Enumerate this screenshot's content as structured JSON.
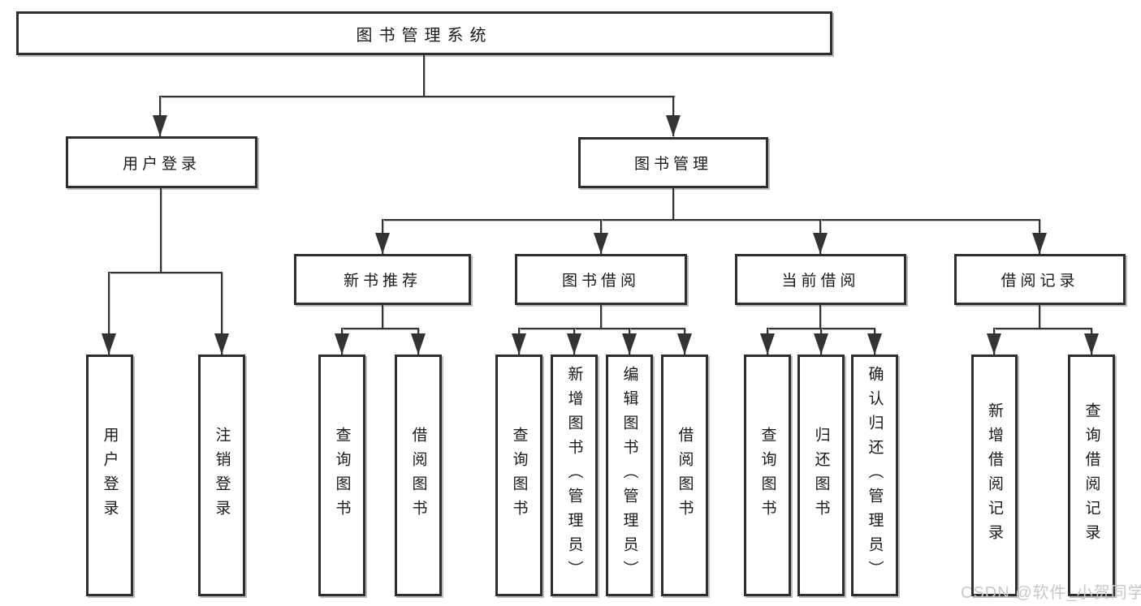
{
  "colors": {
    "line": "#333333",
    "box_border": "#2e2e2e",
    "text": "#1a1a1a",
    "watermark": "#c8c8c8",
    "background": "#ffffff"
  },
  "watermark": "CSDN @软件_小贺同学",
  "chart_type": "hierarchy-diagram",
  "tree": {
    "label": "图书管理系统",
    "children": [
      {
        "label": "用户登录",
        "children": [
          {
            "label": "用户登录"
          },
          {
            "label": "注销登录"
          }
        ]
      },
      {
        "label": "图书管理",
        "children": [
          {
            "label": "新书推荐",
            "children": [
              {
                "label": "查询图书"
              },
              {
                "label": "借阅图书"
              }
            ]
          },
          {
            "label": "图书借阅",
            "children": [
              {
                "label": "查询图书"
              },
              {
                "label": "新增图书（管理员）"
              },
              {
                "label": "编辑图书（管理员）"
              },
              {
                "label": "借阅图书"
              }
            ]
          },
          {
            "label": "当前借阅",
            "children": [
              {
                "label": "查询图书"
              },
              {
                "label": "归还图书"
              },
              {
                "label": "确认归还（管理员）"
              }
            ]
          },
          {
            "label": "借阅记录",
            "children": [
              {
                "label": "新增借阅记录"
              },
              {
                "label": "查询借阅记录"
              }
            ]
          }
        ]
      }
    ]
  }
}
